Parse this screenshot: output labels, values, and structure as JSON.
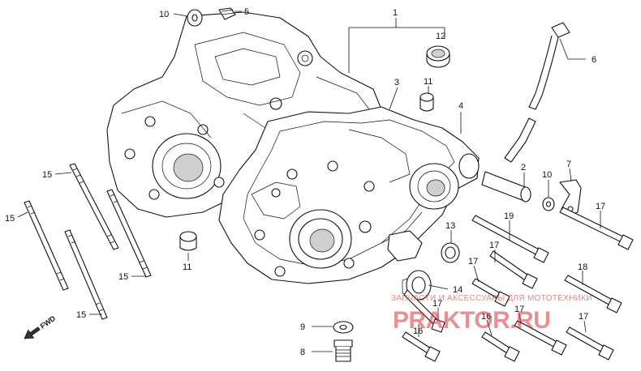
{
  "diagram": {
    "callouts": [
      {
        "id": "c1",
        "text": "1"
      },
      {
        "id": "c2",
        "text": "2"
      },
      {
        "id": "c3",
        "text": "3"
      },
      {
        "id": "c4",
        "text": "4"
      },
      {
        "id": "c5",
        "text": "5"
      },
      {
        "id": "c6",
        "text": "6"
      },
      {
        "id": "c7",
        "text": "7"
      },
      {
        "id": "c8",
        "text": "8"
      },
      {
        "id": "c9",
        "text": "9"
      },
      {
        "id": "c10a",
        "text": "10"
      },
      {
        "id": "c10b",
        "text": "10"
      },
      {
        "id": "c11a",
        "text": "11"
      },
      {
        "id": "c11b",
        "text": "11"
      },
      {
        "id": "c12",
        "text": "12"
      },
      {
        "id": "c13",
        "text": "13"
      },
      {
        "id": "c14",
        "text": "14"
      },
      {
        "id": "c15a",
        "text": "15"
      },
      {
        "id": "c15b",
        "text": "15"
      },
      {
        "id": "c15c",
        "text": "15"
      },
      {
        "id": "c15d",
        "text": "15"
      },
      {
        "id": "c16a",
        "text": "16"
      },
      {
        "id": "c16b",
        "text": "16"
      },
      {
        "id": "c17a",
        "text": "17"
      },
      {
        "id": "c17b",
        "text": "17"
      },
      {
        "id": "c17c",
        "text": "17"
      },
      {
        "id": "c17d",
        "text": "17"
      },
      {
        "id": "c17e",
        "text": "17"
      },
      {
        "id": "c17f",
        "text": "17"
      },
      {
        "id": "c18",
        "text": "18"
      },
      {
        "id": "c19",
        "text": "19"
      }
    ],
    "direction_marker": "FWD"
  },
  "watermark": {
    "tagline": "ЗАПЧАСТИ И АКСЕССУАРЫ ДЛЯ МОТОТЕХНИКИ",
    "logo": "PRAKTOR.RU"
  },
  "colors": {
    "ink": "#111111",
    "watermark_red": "#d2232a",
    "background": "#ffffff"
  }
}
